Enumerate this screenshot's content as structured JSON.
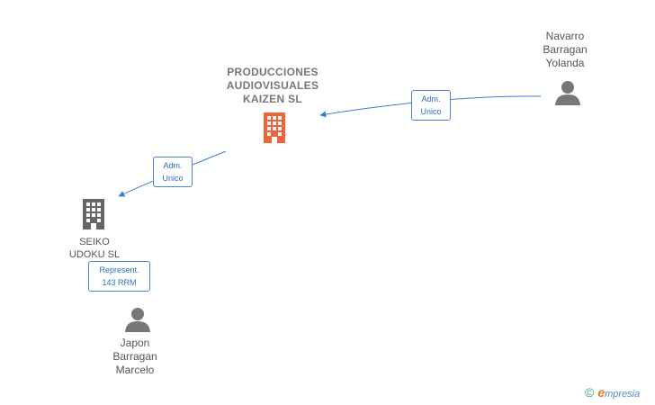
{
  "nodes": {
    "main_company": {
      "name": "PRODUCCIONES\nAUDIOVISUALES\nKAIZEN  SL",
      "color": "#f0643c"
    },
    "seiko": {
      "name": "SEIKO\nUDOKU  SL",
      "color": "#666666"
    },
    "navarro": {
      "name": "Navarro\nBarragan\nYolanda"
    },
    "japon": {
      "name": "Japon\nBarragan\nMarcelo"
    }
  },
  "edges": {
    "navarro_to_main": {
      "line1": "Adm.",
      "line2": "Unico"
    },
    "main_to_seiko": {
      "line1": "Adm.",
      "line2": "Unico"
    },
    "japon_to_seiko": {
      "line1": "Represent.",
      "line2": "143 RRM"
    }
  },
  "colors": {
    "edge": "#3a7ecf",
    "person_icon": "#777777"
  },
  "brand": {
    "copyright": "©",
    "initial": "e",
    "name": "mpresia"
  }
}
